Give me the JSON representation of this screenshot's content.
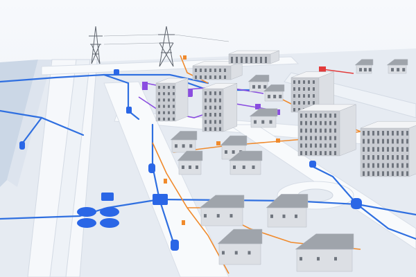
{
  "palette": {
    "sky": "#f4f7fb",
    "ground": "#e6ebf2",
    "road": "#f8fafc",
    "road_edge": "#d3dae4",
    "water_line": "#2f6fe0",
    "water_node": "#2a66e6",
    "gas_line": "#f08a2c",
    "power_line": "#8a4de0",
    "alert": "#e23a3a",
    "building_top": "#f3f4f6",
    "building_left": "#c9ccd2",
    "building_right": "#dcdfe4",
    "roof": "#9fa4ab",
    "window": "#6f757e",
    "river": "#c9d6e6"
  },
  "layers": [
    {
      "name": "water",
      "icon": "water-pipe-icon"
    },
    {
      "name": "gas",
      "icon": "gas-pipe-icon"
    },
    {
      "name": "power",
      "icon": "power-cable-icon"
    },
    {
      "name": "buildings",
      "icon": "building-icon"
    },
    {
      "name": "pylons",
      "icon": "transmission-tower-icon"
    }
  ]
}
